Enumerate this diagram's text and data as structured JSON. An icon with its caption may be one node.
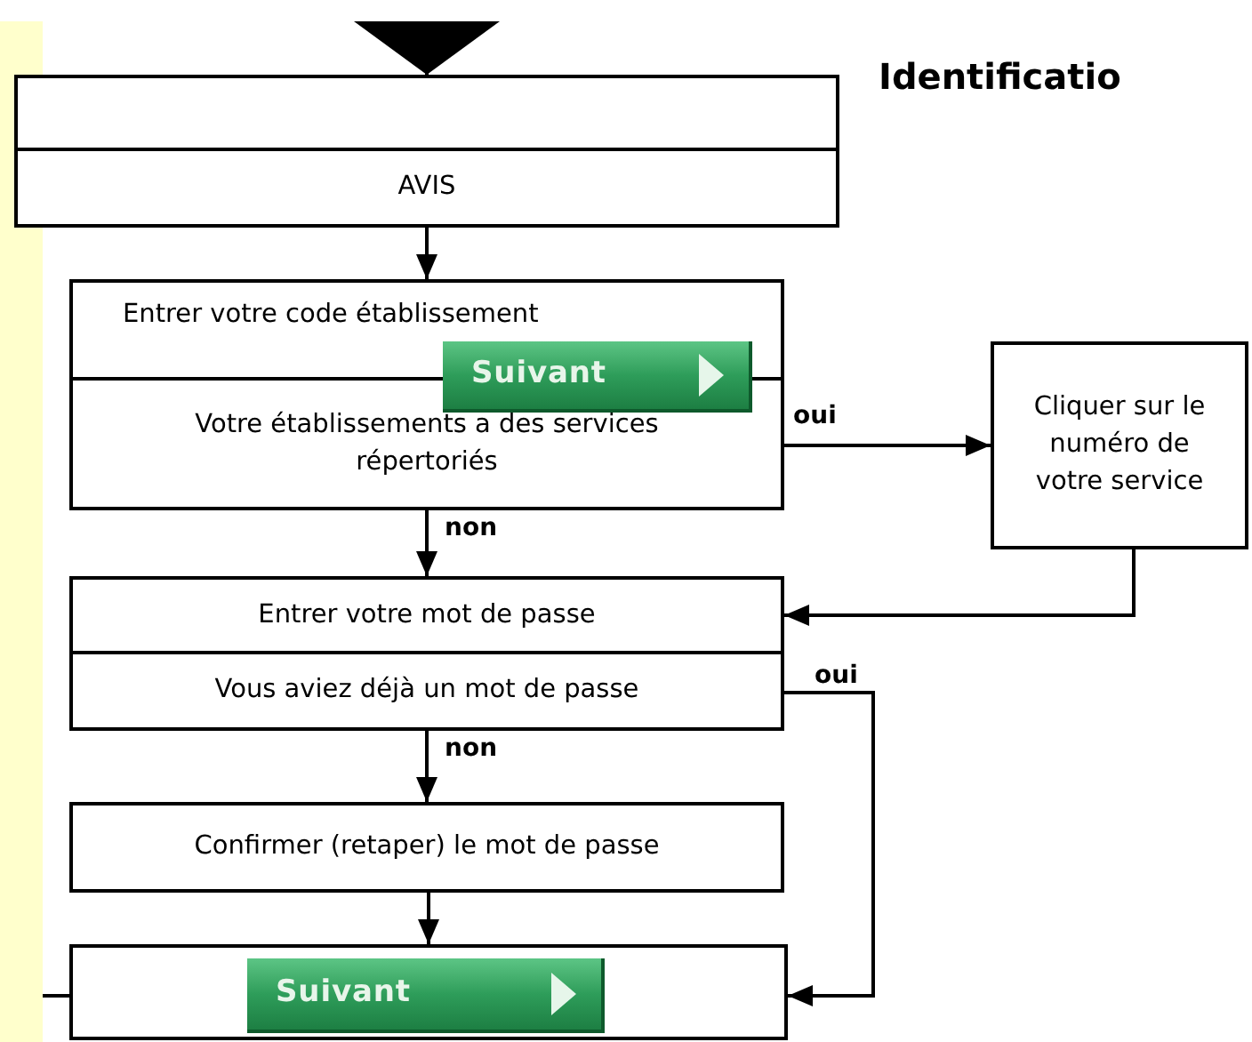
{
  "diagram": {
    "title": "Identificatio",
    "nodes": [
      {
        "text": [],
        "shape": "box"
      },
      {
        "text": [
          "AVIS"
        ]
      },
      {
        "text": [
          "Entrer votre code établissement"
        ]
      },
      {
        "text": [
          "Votre établissements a des services répertoriés"
        ]
      },
      {
        "text": [
          "Suivant"
        ]
      },
      {
        "text": [
          "Cliquer sur le numéro de votre service"
        ]
      },
      {
        "text": [
          "Entrer votre mot de passe"
        ]
      },
      {
        "text": [
          "Vous aviez déjà un mot de passe"
        ]
      },
      {
        "text": [
          "Confirmer (retaper) le mot de passe"
        ]
      },
      {
        "text": [],
        "shape": "box"
      },
      {
        "text": [
          "Suivant"
        ],
        "in": 9
      },
      {
        "text": [],
        "shape": "bar"
      }
    ],
    "edges": [
      {
        "from": null,
        "to": 0,
        "arrow": "to"
      },
      {
        "from": 1,
        "to": 2,
        "arrow": "to"
      },
      {
        "from": 3,
        "to": 5,
        "arrow": "to",
        "label": "oui"
      },
      {
        "from": 3,
        "to": 6,
        "arrow": "to",
        "label": "non"
      },
      {
        "from": 5,
        "to": 6,
        "arrow": "to"
      },
      {
        "from": 7,
        "to": 8,
        "arrow": "to",
        "label": "non"
      },
      {
        "from": 8,
        "to": 9,
        "arrow": "to"
      },
      {
        "from": 7,
        "to": 9,
        "arrow": "to",
        "label": "oui"
      },
      {
        "from": 11,
        "to": 9,
        "arrow": "none"
      }
    ]
  }
}
